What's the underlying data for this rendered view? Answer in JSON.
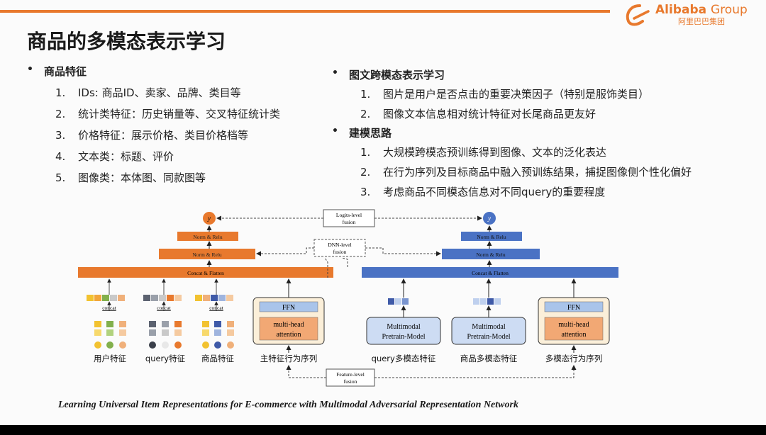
{
  "brand": {
    "name": "Alibaba",
    "name_suffix": "Group",
    "cn": "阿里巴巴集团",
    "color": "#e8792d"
  },
  "title": "商品的多模态表示学习",
  "left": {
    "heading": "商品特征",
    "items": [
      {
        "n": "1.",
        "t": "IDs: 商品ID、卖家、品牌、类目等"
      },
      {
        "n": "2.",
        "t": "统计类特征：历史销量等、交叉特征统计类"
      },
      {
        "n": "3.",
        "t": "价格特征：展示价格、类目价格档等"
      },
      {
        "n": "4.",
        "t": "文本类：标题、评价"
      },
      {
        "n": "5.",
        "t": "图像类：本体图、同款图等"
      }
    ]
  },
  "right": {
    "sections": [
      {
        "heading": "图文跨模态表示学习",
        "items": [
          {
            "n": "1.",
            "t": "图片是用户是否点击的重要决策因子（特别是服饰类目）"
          },
          {
            "n": "2.",
            "t": "图像文本信息相对统计特征对长尾商品更友好"
          }
        ]
      },
      {
        "heading": "建模思路",
        "items": [
          {
            "n": "1.",
            "t": "大规模跨模态预训练得到图像、文本的泛化表达"
          },
          {
            "n": "2.",
            "t": "在行为序列及目标商品中融入预训练结果，捕捉图像侧个性化偏好"
          },
          {
            "n": "3.",
            "t": "考虑商品不同模态信息对不同query的重要程度"
          }
        ]
      }
    ]
  },
  "diagram": {
    "y_symbol": "y",
    "logits_fusion": [
      "Logits-level",
      "fusion"
    ],
    "dnn_fusion": [
      "DNN-level",
      "fusion"
    ],
    "feature_fusion": [
      "Feature-level",
      "fusion"
    ],
    "norm_relu": "Norm & Relu",
    "concat_flatten": "Concat & Flatten",
    "concat": "concat",
    "ffn": "FFN",
    "attention": [
      "multi-head",
      "attention"
    ],
    "pretrain": [
      "Multimodal",
      "Pretrain-Model"
    ],
    "labels": [
      "用户特征",
      "query特征",
      "商品特征",
      "主特征行为序列",
      "query多模态特征",
      "商品多模态特征",
      "多模态行为序列"
    ],
    "colors": {
      "orange": "#e8792d",
      "blue": "#4a72c4",
      "lightblue": "#dbe6f6"
    }
  },
  "citation": "Learning Universal Item Representations for E-commerce with Multimodal Adversarial Representation Network"
}
